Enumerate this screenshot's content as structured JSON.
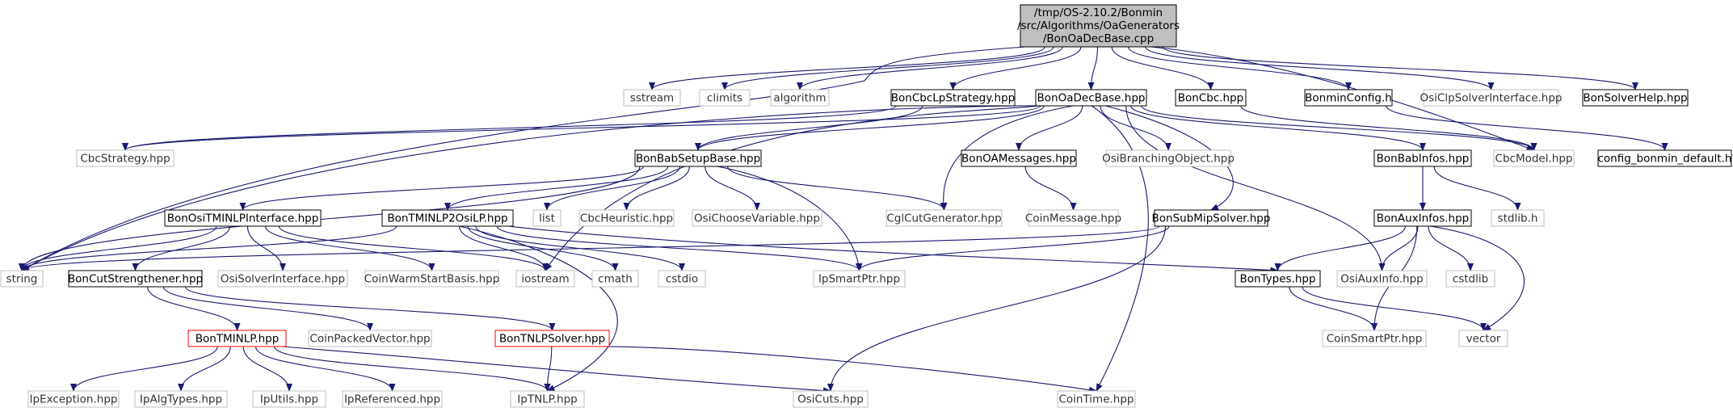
{
  "colors": {
    "edge": "#191970",
    "box_black": "#000000",
    "box_gray": "#bfbfbf",
    "box_red": "#ff0000",
    "root_fill": "#bfbfbf",
    "text_normal": "#000000",
    "text_gray": "#333333"
  },
  "root": {
    "lines": [
      "/tmp/OS-2.10.2/Bonmin",
      "/src/Algorithms/OaGenerators",
      "/BonOaDecBase.cpp"
    ]
  },
  "nodes": [
    {
      "id": "sstream",
      "label": "sstream",
      "style": "gray"
    },
    {
      "id": "climits",
      "label": "climits",
      "style": "gray"
    },
    {
      "id": "algorithm",
      "label": "algorithm",
      "style": "gray"
    },
    {
      "id": "boncbclp",
      "label": "BonCbcLpStrategy.hpp",
      "style": "black"
    },
    {
      "id": "bonoadecbase_h",
      "label": "BonOaDecBase.hpp",
      "style": "black"
    },
    {
      "id": "boncbc",
      "label": "BonCbc.hpp",
      "style": "black"
    },
    {
      "id": "bonminconfig",
      "label": "BonminConfig.h",
      "style": "black"
    },
    {
      "id": "osiclp",
      "label": "OsiClpSolverInterface.hpp",
      "style": "gray"
    },
    {
      "id": "bonsolverhelp",
      "label": "BonSolverHelp.hpp",
      "style": "black"
    },
    {
      "id": "cbcstrategy",
      "label": "CbcStrategy.hpp",
      "style": "gray"
    },
    {
      "id": "bonbabsetup",
      "label": "BonBabSetupBase.hpp",
      "style": "black"
    },
    {
      "id": "bonoamessages",
      "label": "BonOAMessages.hpp",
      "style": "black"
    },
    {
      "id": "osibranching",
      "label": "OsiBranchingObject.hpp",
      "style": "gray"
    },
    {
      "id": "bonbabinfos",
      "label": "BonBabInfos.hpp",
      "style": "black"
    },
    {
      "id": "cbcmodel",
      "label": "CbcModel.hpp",
      "style": "gray"
    },
    {
      "id": "configdefault",
      "label": "config_bonmin_default.h",
      "style": "black"
    },
    {
      "id": "bonositminlp",
      "label": "BonOsiTMINLPInterface.hpp",
      "style": "black"
    },
    {
      "id": "bontminlp2osilp",
      "label": "BonTMINLP2OsiLP.hpp",
      "style": "black"
    },
    {
      "id": "list",
      "label": "list",
      "style": "gray"
    },
    {
      "id": "cbcheuristic",
      "label": "CbcHeuristic.hpp",
      "style": "gray"
    },
    {
      "id": "osichoose",
      "label": "OsiChooseVariable.hpp",
      "style": "gray"
    },
    {
      "id": "cglcut",
      "label": "CglCutGenerator.hpp",
      "style": "gray"
    },
    {
      "id": "coinmessage",
      "label": "CoinMessage.hpp",
      "style": "gray"
    },
    {
      "id": "bonsubmip",
      "label": "BonSubMipSolver.hpp",
      "style": "black"
    },
    {
      "id": "bonauxinfos",
      "label": "BonAuxInfos.hpp",
      "style": "black"
    },
    {
      "id": "stdlib",
      "label": "stdlib.h",
      "style": "gray"
    },
    {
      "id": "string",
      "label": "string",
      "style": "gray"
    },
    {
      "id": "boncutstr",
      "label": "BonCutStrengthener.hpp",
      "style": "black"
    },
    {
      "id": "osisolver",
      "label": "OsiSolverInterface.hpp",
      "style": "gray"
    },
    {
      "id": "coinwarm",
      "label": "CoinWarmStartBasis.hpp",
      "style": "gray"
    },
    {
      "id": "iostream",
      "label": "iostream",
      "style": "gray"
    },
    {
      "id": "cmath",
      "label": "cmath",
      "style": "gray"
    },
    {
      "id": "cstdio",
      "label": "cstdio",
      "style": "gray"
    },
    {
      "id": "ipsmartptr",
      "label": "IpSmartPtr.hpp",
      "style": "gray"
    },
    {
      "id": "bontypes",
      "label": "BonTypes.hpp",
      "style": "black"
    },
    {
      "id": "osiauxinfo",
      "label": "OsiAuxInfo.hpp",
      "style": "gray"
    },
    {
      "id": "cstdlib",
      "label": "cstdlib",
      "style": "gray"
    },
    {
      "id": "bontminlp",
      "label": "BonTMINLP.hpp",
      "style": "red"
    },
    {
      "id": "coinpacked",
      "label": "CoinPackedVector.hpp",
      "style": "gray"
    },
    {
      "id": "bontnlpsolver",
      "label": "BonTNLPSolver.hpp",
      "style": "red"
    },
    {
      "id": "coinsmartptr",
      "label": "CoinSmartPtr.hpp",
      "style": "gray"
    },
    {
      "id": "vector",
      "label": "vector",
      "style": "gray"
    },
    {
      "id": "ipexception",
      "label": "IpException.hpp",
      "style": "gray"
    },
    {
      "id": "ipalgtypes",
      "label": "IpAlgTypes.hpp",
      "style": "gray"
    },
    {
      "id": "iputils",
      "label": "IpUtils.hpp",
      "style": "gray"
    },
    {
      "id": "ipreferenced",
      "label": "IpReferenced.hpp",
      "style": "gray"
    },
    {
      "id": "iptnlp",
      "label": "IpTNLP.hpp",
      "style": "gray"
    },
    {
      "id": "osicuts",
      "label": "OsiCuts.hpp",
      "style": "gray"
    },
    {
      "id": "cointime",
      "label": "CoinTime.hpp",
      "style": "gray"
    }
  ],
  "edges": [
    [
      "root",
      "sstream"
    ],
    [
      "root",
      "climits"
    ],
    [
      "root",
      "algorithm"
    ],
    [
      "root",
      "boncbclp"
    ],
    [
      "root",
      "bonoadecbase_h"
    ],
    [
      "root",
      "boncbc"
    ],
    [
      "root",
      "bonminconfig"
    ],
    [
      "root",
      "osiclp"
    ],
    [
      "root",
      "bonsolverhelp"
    ],
    [
      "root",
      "string"
    ],
    [
      "root",
      "cbcmodel"
    ],
    [
      "boncbclp",
      "cbcstrategy"
    ],
    [
      "boncbclp",
      "bonbabsetup"
    ],
    [
      "bonoadecbase_h",
      "cbcstrategy"
    ],
    [
      "bonoadecbase_h",
      "bonbabsetup"
    ],
    [
      "bonoadecbase_h",
      "bonoamessages"
    ],
    [
      "bonoadecbase_h",
      "osibranching"
    ],
    [
      "bonoadecbase_h",
      "cglcut"
    ],
    [
      "bonoadecbase_h",
      "bonbabinfos"
    ],
    [
      "bonoadecbase_h",
      "cbcmodel"
    ],
    [
      "bonoadecbase_h",
      "bonsubmip"
    ],
    [
      "bonoadecbase_h",
      "osiauxinfo"
    ],
    [
      "bonoadecbase_h",
      "cointime"
    ],
    [
      "bonoadecbase_h",
      "iostream"
    ],
    [
      "bonoadecbase_h",
      "string"
    ],
    [
      "boncbc",
      "cbcmodel"
    ],
    [
      "bonminconfig",
      "configdefault"
    ],
    [
      "bonbabsetup",
      "string"
    ],
    [
      "bonbabsetup",
      "bonositminlp"
    ],
    [
      "bonbabsetup",
      "bontminlp2osilp"
    ],
    [
      "bonbabsetup",
      "list"
    ],
    [
      "bonbabsetup",
      "cbcheuristic"
    ],
    [
      "bonbabsetup",
      "osichoose"
    ],
    [
      "bonbabsetup",
      "cglcut"
    ],
    [
      "bonbabsetup",
      "ipsmartptr"
    ],
    [
      "bonoamessages",
      "coinmessage"
    ],
    [
      "bonbabinfos",
      "bonauxinfos"
    ],
    [
      "bonbabinfos",
      "stdlib"
    ],
    [
      "bonositminlp",
      "string"
    ],
    [
      "bonositminlp",
      "boncutstr"
    ],
    [
      "bonositminlp",
      "osisolver"
    ],
    [
      "bonositminlp",
      "coinwarm"
    ],
    [
      "bonositminlp",
      "iostream"
    ],
    [
      "bontminlp2osilp",
      "string"
    ],
    [
      "bontminlp2osilp",
      "iostream"
    ],
    [
      "bontminlp2osilp",
      "cmath"
    ],
    [
      "bontminlp2osilp",
      "cstdio"
    ],
    [
      "bontminlp2osilp",
      "ipsmartptr"
    ],
    [
      "bontminlp2osilp",
      "bontypes"
    ],
    [
      "bontminlp2osilp",
      "iptnlp"
    ],
    [
      "bonsubmip",
      "string"
    ],
    [
      "bonsubmip",
      "ipsmartptr"
    ],
    [
      "bonsubmip",
      "osicuts"
    ],
    [
      "bonauxinfos",
      "bontypes"
    ],
    [
      "bonauxinfos",
      "osiauxinfo"
    ],
    [
      "bonauxinfos",
      "cstdlib"
    ],
    [
      "bonauxinfos",
      "coinsmartptr"
    ],
    [
      "bonauxinfos",
      "vector"
    ],
    [
      "boncutstr",
      "bontminlp"
    ],
    [
      "boncutstr",
      "coinpacked"
    ],
    [
      "boncutstr",
      "bontnlpsolver"
    ],
    [
      "bontypes",
      "coinsmartptr"
    ],
    [
      "bontypes",
      "vector"
    ],
    [
      "bontminlp",
      "ipexception"
    ],
    [
      "bontminlp",
      "ipalgtypes"
    ],
    [
      "bontminlp",
      "iputils"
    ],
    [
      "bontminlp",
      "ipreferenced"
    ],
    [
      "bontminlp",
      "iptnlp"
    ],
    [
      "bontminlp",
      "osicuts"
    ],
    [
      "bontnlpsolver",
      "iptnlp"
    ],
    [
      "bontnlpsolver",
      "cointime"
    ]
  ]
}
